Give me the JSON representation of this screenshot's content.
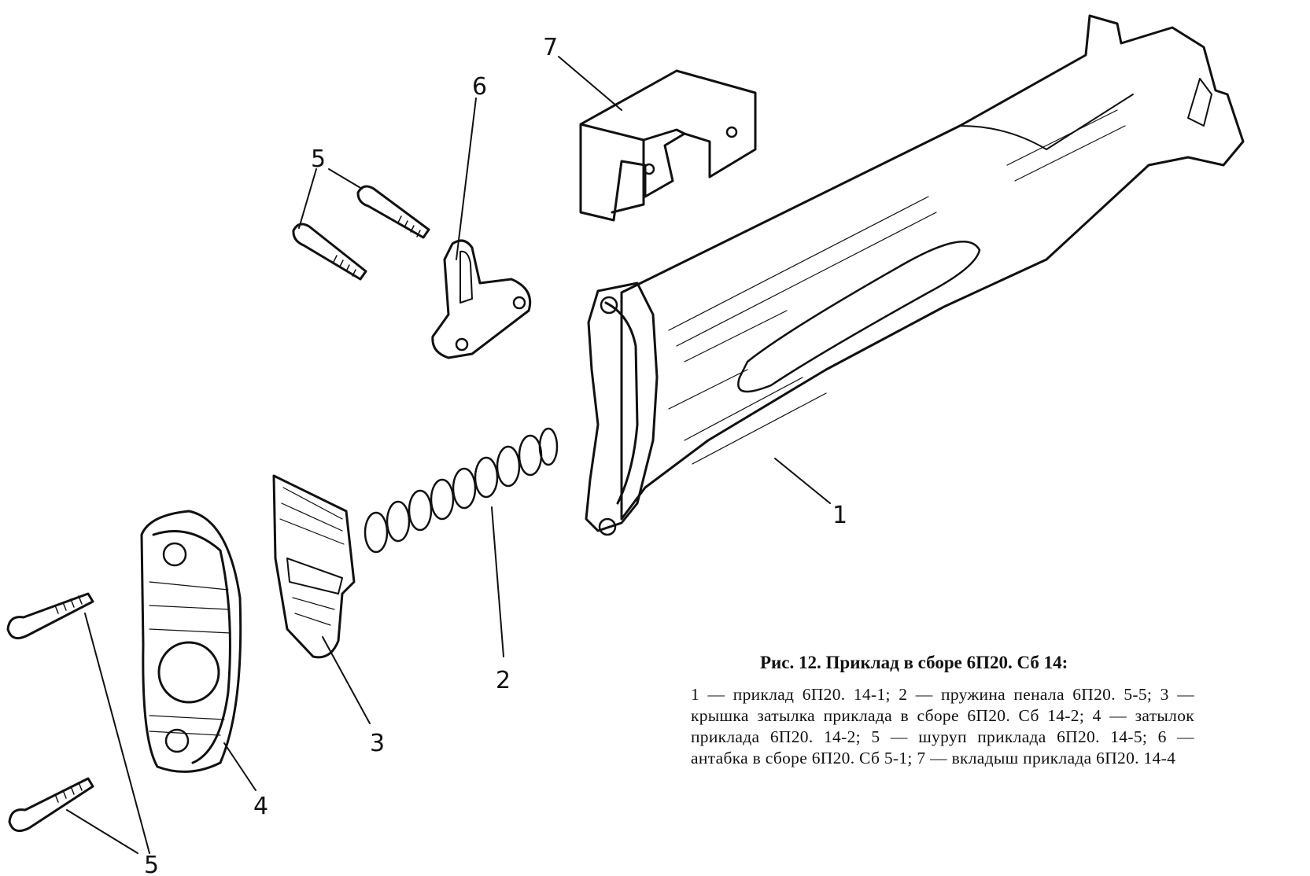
{
  "labels": {
    "part_1": "1",
    "part_2": "2",
    "part_3": "3",
    "part_4": "4",
    "part_5_top": "5",
    "part_5_bottom": "5",
    "part_6": "6",
    "part_7": "7"
  },
  "caption": {
    "title": "Рис. 12. Приклад в сборе 6П20. Сб 14:",
    "body": "1 — приклад 6П20. 14-1; 2 — пружина пенала 6П20. 5-5; 3 — крышка затылка приклада в сборе 6П20. Сб 14-2; 4 — затылок приклада 6П20. 14-2; 5 — шуруп приклада 6П20. 14-5; 6 — антабка в сборе 6П20. Сб 5-1; 7 — вкладыш приклада 6П20. 14-4"
  },
  "colors": {
    "ink": "#111111",
    "paper": "#ffffff"
  },
  "icons": [
    "screw",
    "spring",
    "buttplate",
    "butt-cover",
    "sling-swivel",
    "stock-insert",
    "stock"
  ]
}
